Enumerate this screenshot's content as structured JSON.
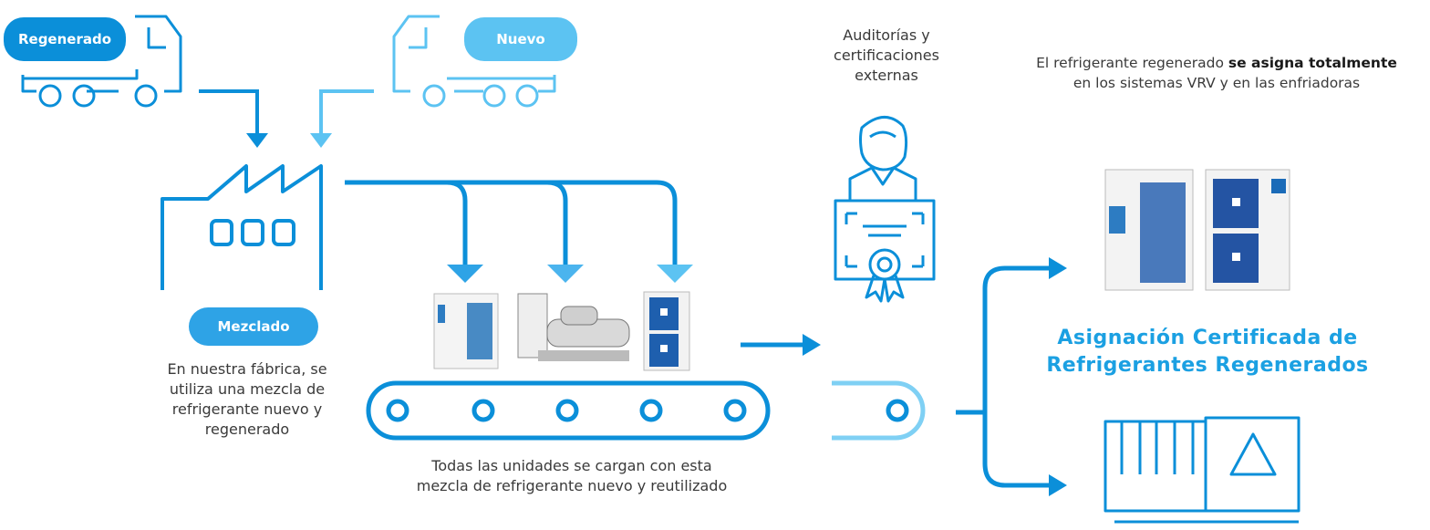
{
  "colors": {
    "primary": "#0b8fd9",
    "light": "#5cc3f2",
    "dark_text": "#3a3a3a",
    "title": "#1ba0e2"
  },
  "pills": {
    "regenerated": "Regenerado",
    "new": "Nuevo",
    "mixed": "Mezclado"
  },
  "labels": {
    "factory_note": [
      "En nuestra fábrica, se",
      "utiliza una mezcla de",
      "refrigerante nuevo y",
      "regenerado"
    ],
    "conveyor_note": [
      "Todas las unidades se cargan con esta",
      "mezcla de refrigerante nuevo y reutilizado"
    ],
    "audit": [
      "Auditorías y",
      "certificaciones",
      "externas"
    ],
    "allocation_pre": "El refrigerante regenerado ",
    "allocation_strong": "se asigna totalmente",
    "allocation_line2": "en los sistemas VRV y en las enfriadoras",
    "title_line1": "Asignación Certificada de",
    "title_line2": "Refrigerantes Regenerados"
  },
  "icons": [
    "truck-regenerated-icon",
    "truck-new-icon",
    "factory-icon",
    "vrv-unit-icon",
    "chiller-icon",
    "outdoor-unit-icon",
    "conveyor-icon",
    "auditor-certificate-icon",
    "vrv-systems-icon",
    "chiller-building-icon"
  ]
}
